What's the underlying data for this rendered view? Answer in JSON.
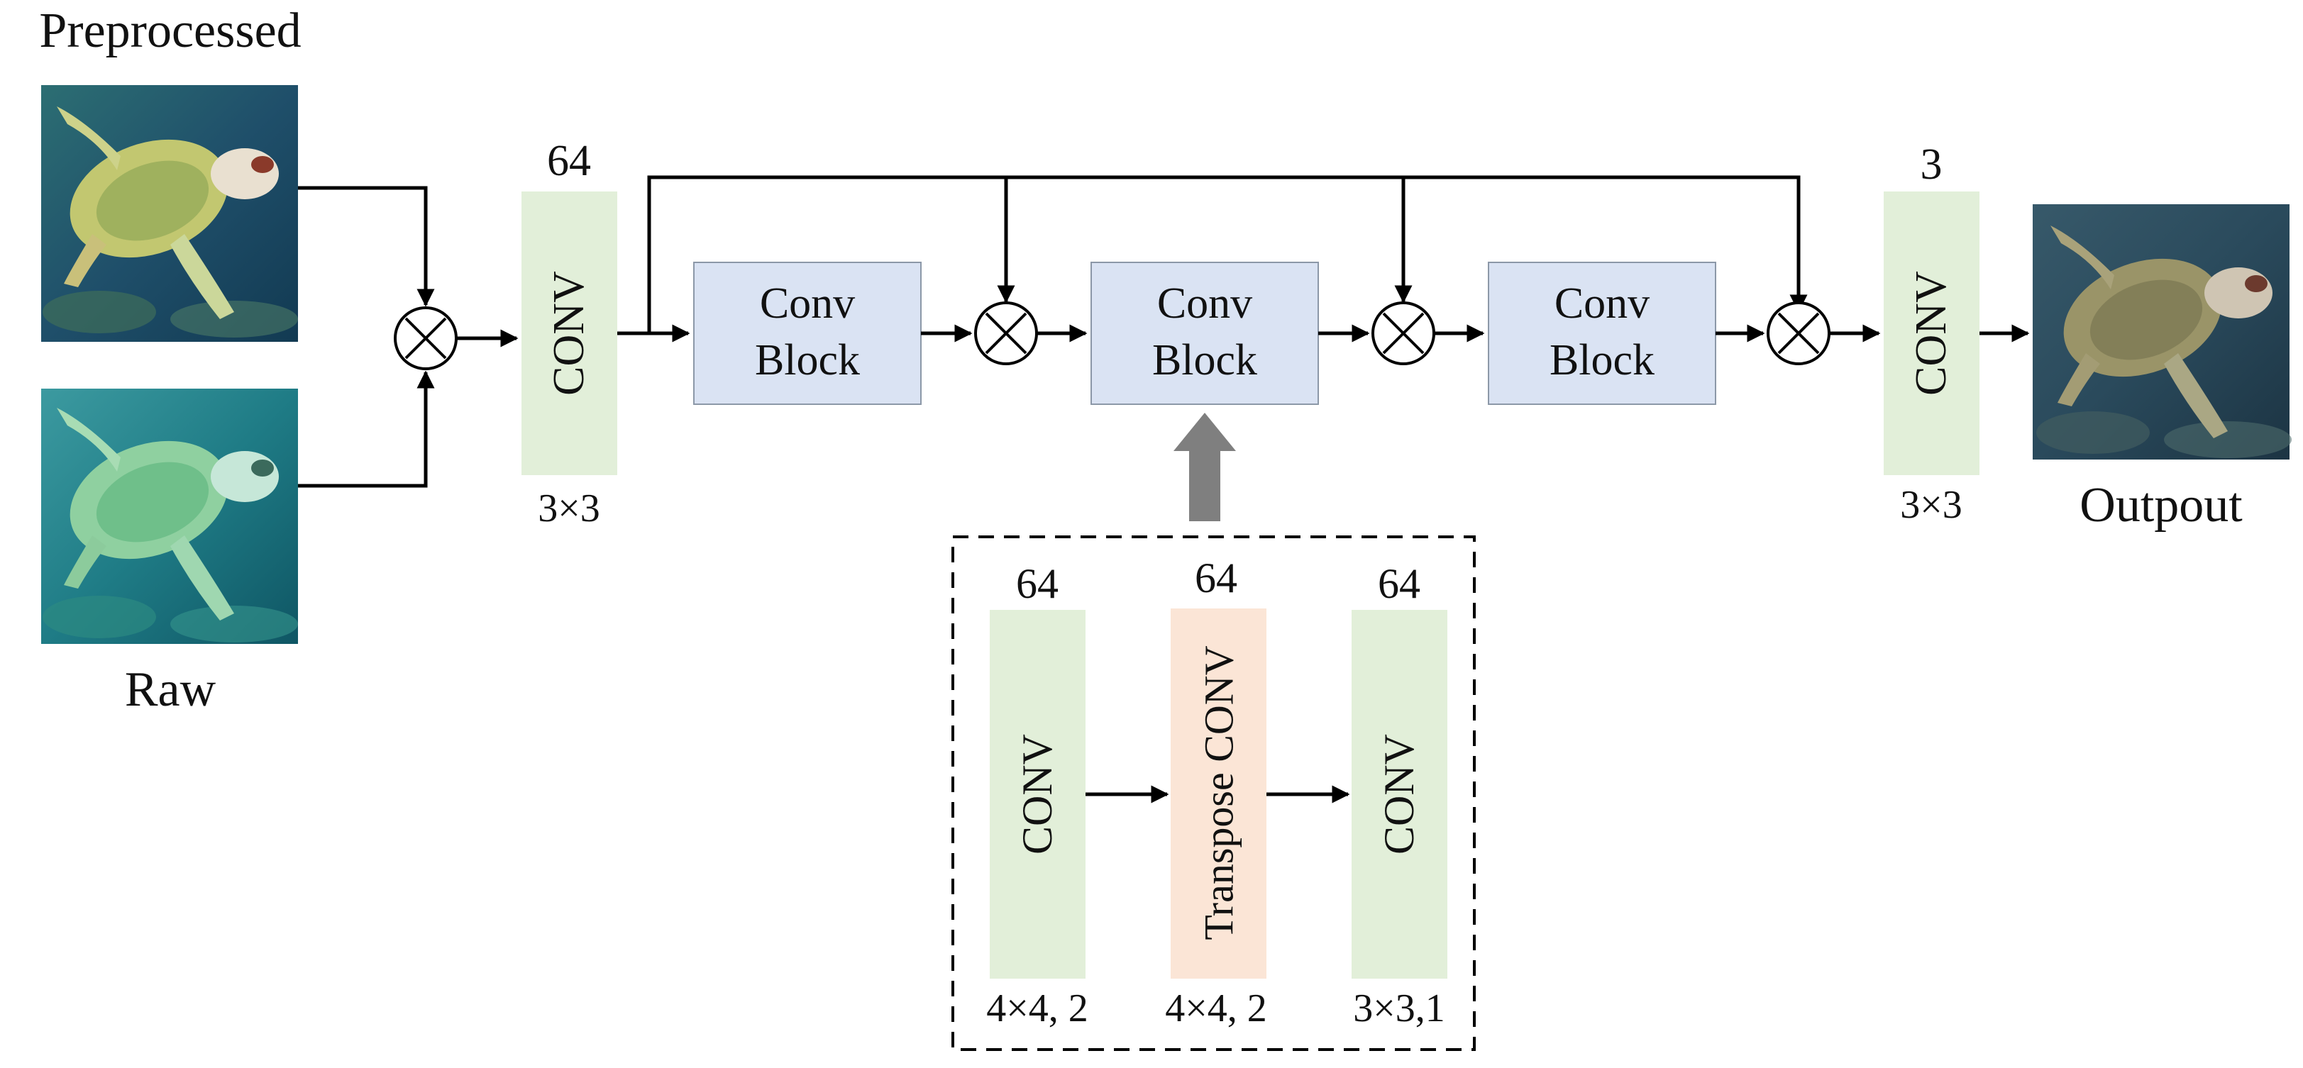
{
  "labels": {
    "preprocessed": "Preprocessed",
    "raw": "Raw",
    "output": "Outpout"
  },
  "conv_in": {
    "name": "CONV",
    "channels": "64",
    "kernel": "3×3"
  },
  "conv_out": {
    "name": "CONV",
    "channels": "3",
    "kernel": "3×3"
  },
  "conv_blocks": [
    {
      "line1": "Conv",
      "line2": "Block"
    },
    {
      "line1": "Conv",
      "line2": "Block"
    },
    {
      "line1": "Conv",
      "line2": "Block"
    }
  ],
  "detail": {
    "layers": [
      {
        "name": "CONV",
        "channels": "64",
        "params": "4×4, 2"
      },
      {
        "name": "Transpose CONV",
        "channels": "64",
        "params": "4×4, 2"
      },
      {
        "name": "CONV",
        "channels": "64",
        "params": "3×3,1"
      }
    ]
  },
  "symbols": {
    "multiply": "⊗"
  },
  "colors": {
    "conv_fill": "#e2efd9",
    "conv_block_fill": "#dae3f3",
    "transpose_fill": "#fbe5d6",
    "line": "#000000",
    "up_arrow": "#7f7f7f"
  }
}
